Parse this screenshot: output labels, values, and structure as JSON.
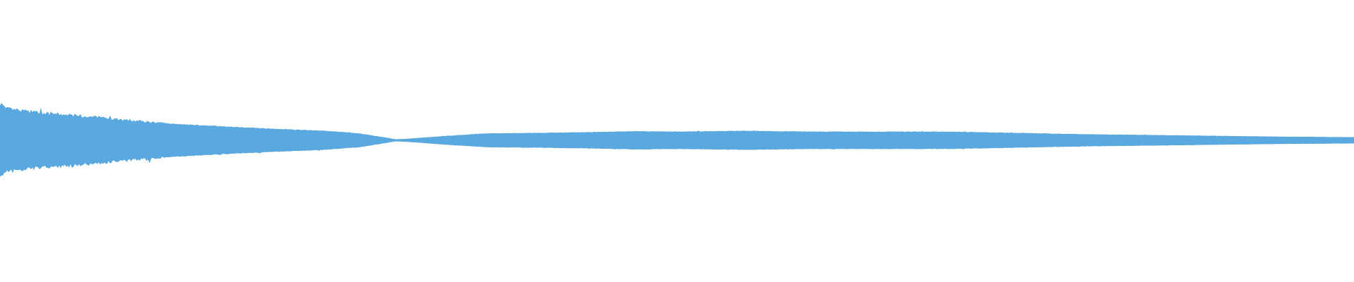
{
  "waveform": {
    "color": "#5aa8e0",
    "background": "#ffffff",
    "envelope": [
      [
        0.0,
        0.88
      ],
      [
        0.004,
        0.74
      ],
      [
        0.03,
        0.64
      ],
      [
        0.05,
        0.6
      ],
      [
        0.085,
        0.5
      ],
      [
        0.12,
        0.4
      ],
      [
        0.16,
        0.33
      ],
      [
        0.2,
        0.27
      ],
      [
        0.24,
        0.22
      ],
      [
        0.265,
        0.16
      ],
      [
        0.285,
        0.06
      ],
      [
        0.292,
        0.02
      ],
      [
        0.3,
        0.03
      ],
      [
        0.33,
        0.1
      ],
      [
        0.36,
        0.16
      ],
      [
        0.4,
        0.17
      ],
      [
        0.44,
        0.19
      ],
      [
        0.47,
        0.21
      ],
      [
        0.5,
        0.2
      ],
      [
        0.55,
        0.22
      ],
      [
        0.6,
        0.2
      ],
      [
        0.65,
        0.2
      ],
      [
        0.7,
        0.2
      ],
      [
        0.75,
        0.17
      ],
      [
        0.8,
        0.14
      ],
      [
        0.85,
        0.12
      ],
      [
        0.9,
        0.1
      ],
      [
        0.95,
        0.08
      ],
      [
        1.0,
        0.07
      ]
    ]
  }
}
